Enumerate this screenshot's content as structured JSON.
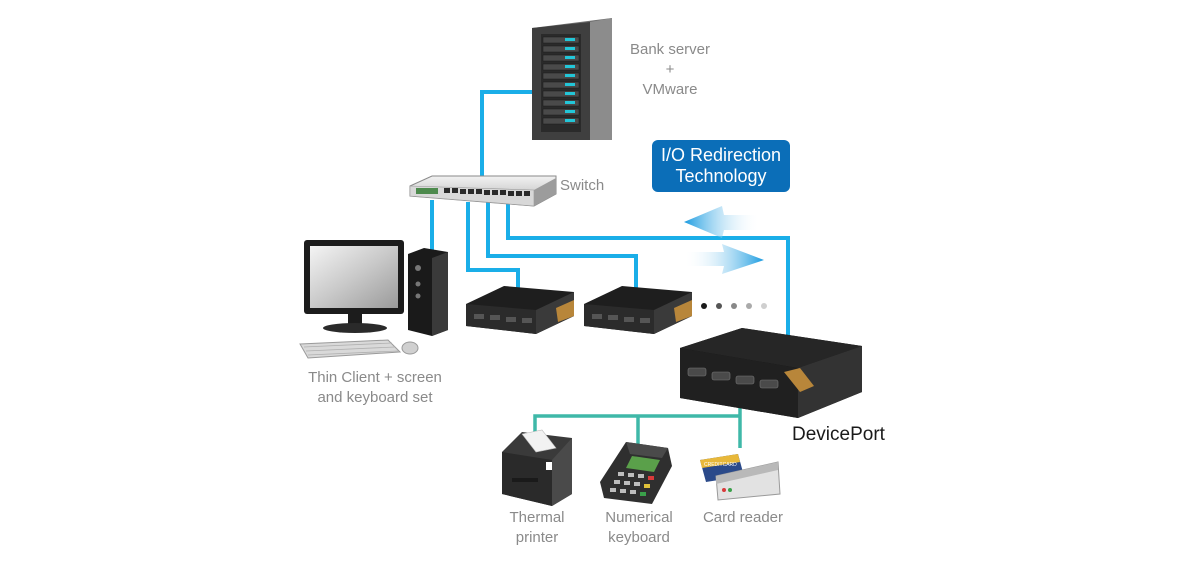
{
  "labels": {
    "server": [
      "Bank server",
      "+",
      "VMware"
    ],
    "switch": "Switch",
    "thin_client": [
      "Thin Client + screen",
      "and keyboard set"
    ],
    "io_redirection": [
      "I/O Redirection",
      "Technology"
    ],
    "deviceport": "DevicePort",
    "thermal_printer": [
      "Thermal",
      "printer"
    ],
    "numerical_keyboard": [
      "Numerical",
      "keyboard"
    ],
    "card_reader": "Card reader",
    "card_text": "CREDITCARD"
  },
  "colors": {
    "network_line": "#1aaee8",
    "peripheral_line": "#3fb8a8",
    "badge": "#0b6eb8",
    "arrow": "#1a9be0",
    "label": "#8a8a8a"
  },
  "icons": [
    "server-rack-icon",
    "network-switch-icon",
    "monitor-icon",
    "tower-pc-icon",
    "keyboard-icon",
    "mouse-icon",
    "deviceport-icon",
    "thermal-printer-icon",
    "pin-pad-icon",
    "card-reader-icon"
  ]
}
